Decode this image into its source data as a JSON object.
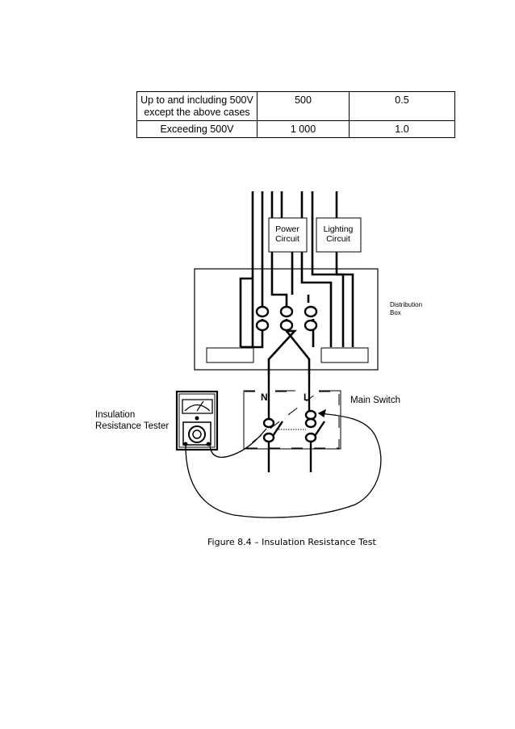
{
  "table": {
    "rows": [
      [
        "Up to and including 500V except the above cases",
        "500",
        "0.5"
      ],
      [
        "Exceeding 500V",
        "1 000",
        "1.0"
      ]
    ]
  },
  "diagram": {
    "power_circuit_line1": "Power",
    "power_circuit_line2": "Circuit",
    "lighting_circuit_line1": "Lighting",
    "lighting_circuit_line2": "Circuit",
    "distribution_box_line1": "Distribution",
    "distribution_box_line2": "Box",
    "main_switch": "Main Switch",
    "neutral": "N",
    "live": "L",
    "tester_line1": "Insulation",
    "tester_line2": "Resistance Tester"
  },
  "caption": "Figure 8.4 – Insulation Resistance Test"
}
